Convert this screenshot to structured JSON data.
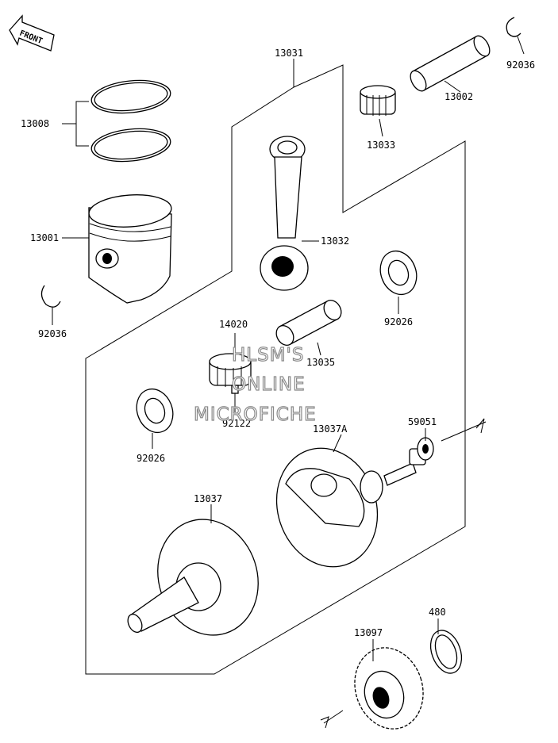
{
  "front_label": "FRONT",
  "watermark": [
    "HLSM'S",
    "ONLINE",
    "MICROFICHE"
  ],
  "parts": {
    "p13031": "13031",
    "p13002": "13002",
    "p92036_top": "92036",
    "p13008": "13008",
    "p13033": "13033",
    "p13001": "13001",
    "p13032": "13032",
    "p92036_left": "92036",
    "p14020": "14020",
    "p92026_right": "92026",
    "p13035": "13035",
    "p92122": "92122",
    "p92026_left": "92026",
    "p59051": "59051",
    "p13037A": "13037A",
    "p13037": "13037",
    "p480": "480",
    "p13097": "13097"
  }
}
